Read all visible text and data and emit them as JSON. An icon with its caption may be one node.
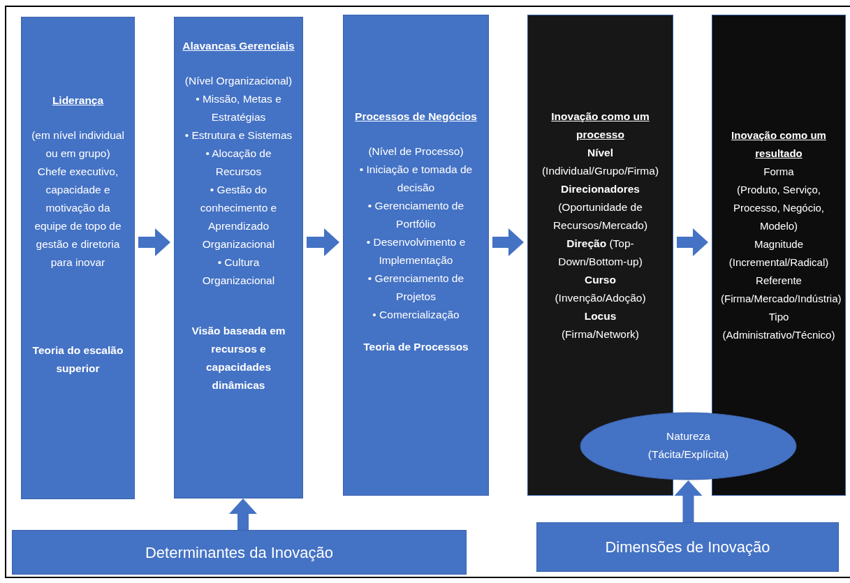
{
  "diagram": {
    "nodes": [
      {
        "text": [
          "Liderança",
          "(em nível individual ou em grupo) Chefe executivo, capacidade e motivação da equipe de topo de gestão e diretoria para inovar",
          "Teoria do escalão superior"
        ]
      },
      {
        "text": [
          "Alavancas Gerenciais",
          "(Nível Organizacional)",
          "• Missão, Metas e Estratégias",
          "• Estrutura e Sistemas",
          "• Alocação de Recursos",
          "• Gestão do conhecimento e Aprendizado Organizacional",
          "• Cultura Organizacional",
          "Visão baseada em recursos e capacidades dinâmicas"
        ]
      },
      {
        "text": [
          "Processos de Negócios",
          "(Nível de Processo)",
          "• Iniciação e tomada de decisão",
          "• Gerenciamento de Portfólio",
          "• Desenvolvimento e Implementação",
          "• Gerenciamento de Projetos",
          "• Comercialização",
          "Teoria de Processos"
        ]
      },
      {
        "text": [
          "Inovação como um processo",
          "Nível",
          "(Individual/Grupo/Firma)",
          "Direcionadores",
          "(Oportunidade de Recursos/Mercado)",
          "**Direção** (Top-Down/Bottom-up)",
          "Curso",
          "(Invenção/Adoção)",
          "Locus",
          "(Firma/Network)"
        ]
      },
      {
        "text": [
          "Inovação como um resultado",
          "Forma",
          "(Produto, Serviço, Processo, Negócio, Modelo)",
          "Magnitude",
          "(Incremental/Radical)",
          "Referente",
          "(Firma/Mercado/Indústria)",
          "Tipo",
          "(Administrativo/Técnico)"
        ]
      },
      {
        "text": [
          "Natureza (Tácita/Explícita)"
        ]
      },
      {
        "text": [
          "Determinantes da Inovação"
        ]
      },
      {
        "text": [
          "Dimensões de Inovação"
        ]
      }
    ],
    "edges": [
      {
        "from": 0,
        "to": 1,
        "arrow": "to"
      },
      {
        "from": 1,
        "to": 2,
        "arrow": "to"
      },
      {
        "from": 2,
        "to": 3,
        "arrow": "to"
      },
      {
        "from": 3,
        "to": 4,
        "arrow": "to"
      },
      {
        "from": 6,
        "to": 1,
        "arrow": "to"
      },
      {
        "from": 7,
        "to": 5,
        "arrow": "to"
      }
    ]
  }
}
